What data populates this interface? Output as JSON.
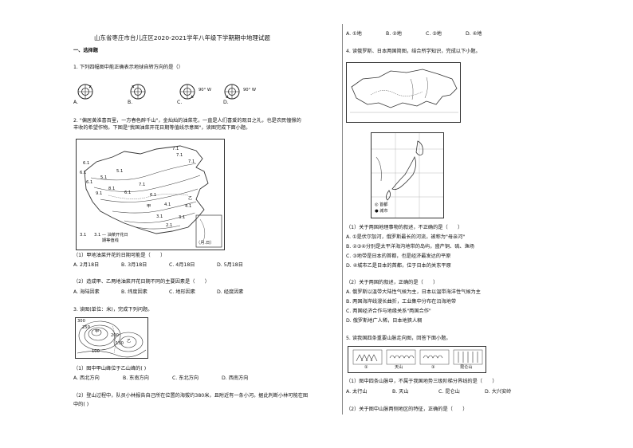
{
  "title": "山东省枣庄市台儿庄区2020-2021学年八年级下学期期中地理试题",
  "section1": "一、选择题",
  "q1": {
    "stem": "1. 下列四幅图中能正确表示地球自转方向的是（）",
    "labels": [
      "A.",
      "B.",
      "C.",
      "D."
    ],
    "c_label": "90° W",
    "d_label": "90° W"
  },
  "q2": {
    "intro1": "2. \"偏居黄淮喜百里，一方春色醉千山\"，金灿灿的油菜花，一直是人们喜爱的观日之礼，也是农民憧憬的",
    "intro2": "丰收的希望作物。下图是\"我国油菜开花日期等值线示意图\"，读图完成下面小题。",
    "map_labels": [
      "6.1",
      "6.1",
      "6.1",
      "5.1",
      "7.1",
      "7.1",
      "7.1",
      "6.1",
      "6.1",
      "4.1",
      "4.1",
      "3.1",
      "3.1",
      "3.1",
      "2.1",
      "甲",
      "乙",
      "5.1",
      "7.1",
      "8.1",
      "9.1"
    ],
    "legend1": "3.1 — 油菜开花日",
    "legend2": "期等值线",
    "legend_unit": "（月.日）",
    "sub1": "（1）甲地油菜开花的日期可能是（　　）",
    "sub1_opts": [
      "A. 2月18日",
      "B. 3月18日",
      "C. 4月18日",
      "D. 5月18日"
    ],
    "sub2": "（2）造成甲、乙两地油菜开花日期不同的主要因素是（　　）",
    "sub2_opts": [
      "A. 海陆因素",
      "B. 纬度因素",
      "C. 地形因素",
      "D. 经度因素"
    ]
  },
  "q3": {
    "stem": "3. 读图(单位：米)，完成下列问题。",
    "contour_labels": [
      "300",
      "250",
      "200",
      "150",
      "100",
      "甲",
      "乙"
    ],
    "sub1": "（1）图中甲山峰位于乙山峰的(     )",
    "sub1_opts": [
      "A. 西北方向",
      "B. 东南方向",
      "C. 东北方向",
      "D. 西南方向"
    ],
    "sub2_l1": "（2）登山过程中，队员小林报告自己所在位置的海拔约380米，且附近有一条小河。据此判断小林可能在图",
    "sub2_l2": "中的(     )"
  },
  "right_top": {
    "opts": [
      "A. ①地",
      "B. ②地",
      "C. ③地",
      "D. ④地"
    ]
  },
  "q4": {
    "stem": "4. 读俄罗斯、日本两国简图，结合所学知识，完成以下小题。",
    "legend_a": "◎ 首都",
    "legend_b": "● 城市",
    "sub1": "（1）关于两国地理事物的叙述，不正确的是（　　）",
    "sub1_opts": [
      "A. ①是伏尔加河，俄罗斯最长的河流，被称为\"母亲河\"",
      "B. ②③④分别是太平洋海沟地带的岛屿，盛产铜、硫、渔场",
      "C. ③地带是日本的首都，也是经济最发达的平原",
      "D. ④城市乙是日本的首都，位于日本的关东平原"
    ],
    "sub2": "（2）关于两国的叙述，正确的是（　　）",
    "sub2_opts": [
      "A. 俄罗斯以温带大陆性气候为主，日本以温带海洋性气候为主",
      "B. 两国海岸线漫长曲折，工业集中分布在沿海地带",
      "C. 两国经济合作与地缘关系\"两国合作\"",
      "D. 俄罗斯地广人稀，日本地狭人稠"
    ]
  },
  "q5": {
    "stem": "5. 读我国四条重要山脉走向图，回答下面小题。",
    "mountain_labels": [
      "①",
      "天山",
      "③",
      "昆仑山"
    ],
    "sub1": "（1）图中四条山脉中，不属于我国地势三级阶梯分界线的是（　　）",
    "sub1_opts": [
      "A. 太行山",
      "B. 天山",
      "C. 昆仑山",
      "D. 大兴安岭"
    ],
    "sub2": "（2）关于图中山脉两侧地区的特征，正确的是（　　）"
  }
}
